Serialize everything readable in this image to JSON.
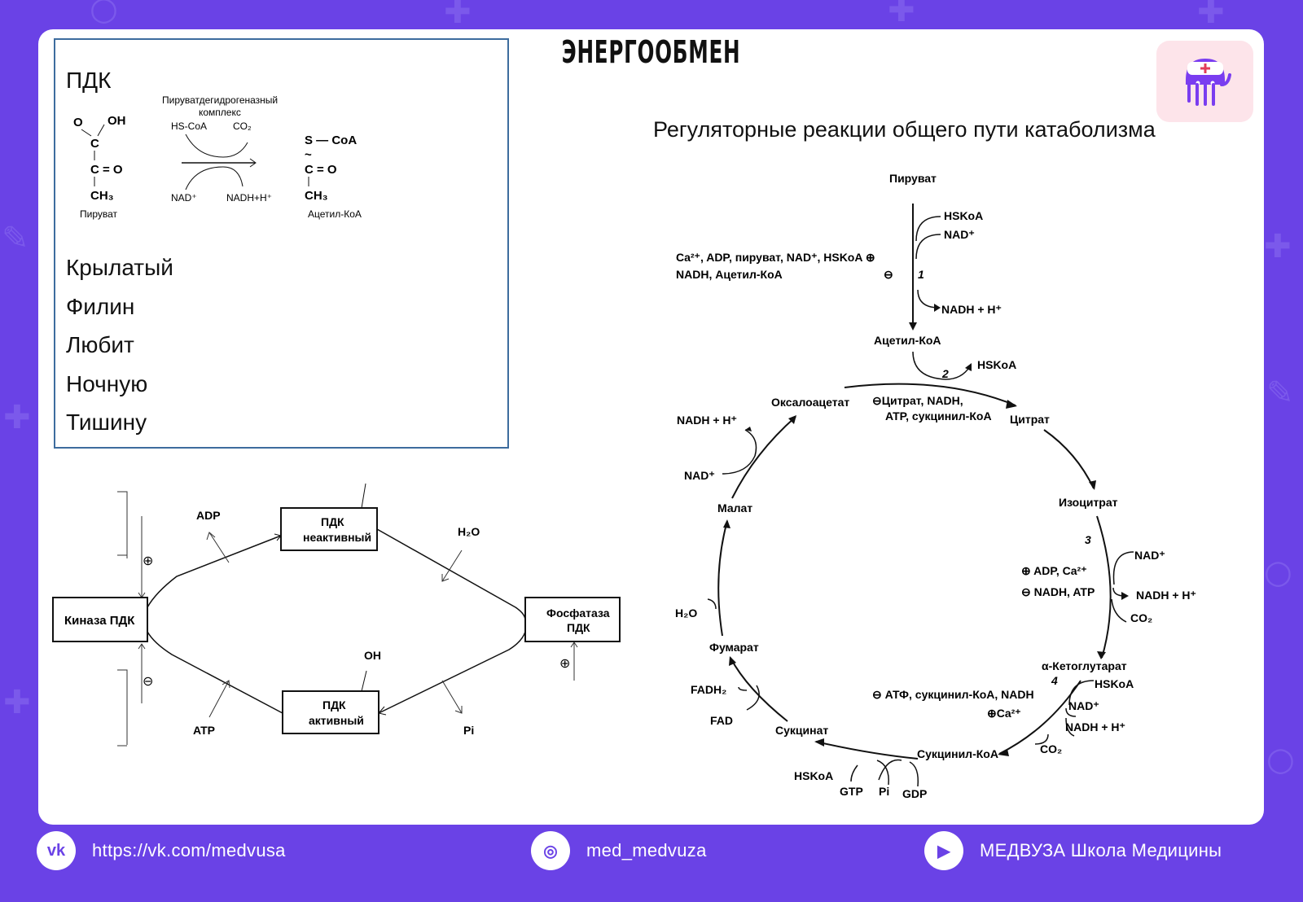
{
  "page_title": "ЭНЕРГООБМЕН",
  "pdk_box": {
    "title": "ПДК",
    "reaction": {
      "enzyme_line1": "Пируватдегидрогеназный",
      "enzyme_line2": "комплекс",
      "hscoa": "HS-CoA",
      "co2": "CO₂",
      "nad": "NAD⁺",
      "nadh": "NADH+H⁺",
      "substrate": "Пируват",
      "product": "Ацетил-КоА",
      "oh": "OH",
      "o": "O",
      "c": "C",
      "c_o": "C = O",
      "ch3": "CH₃",
      "s_coa": "S — CoA",
      "tilde": "~"
    },
    "mnemonic": [
      "Крылатый",
      "Филин",
      "Любит",
      "Ночную",
      "Тишину"
    ]
  },
  "kinase_diagram": {
    "kinase": "Киназа ПДК",
    "phosphatase_line1": "Фосфатаза",
    "phosphatase_line2": "ПДК",
    "inactive_line1": "ПДК",
    "inactive_line2": "неактивный",
    "active_line1": "ПДК",
    "active_line2": "активный",
    "adp": "ADP",
    "atp": "ATP",
    "h2o": "H₂O",
    "pi": "Pi",
    "oh": "OH",
    "plus": "⊕",
    "minus": "⊖"
  },
  "cycle": {
    "title": "Регуляторные реакции общего пути катаболизма",
    "piruvat": "Пируват",
    "hskoa1": "HSKoA",
    "nad1": "NAD⁺",
    "act1": "Ca²⁺, ADP, пируват, NAD⁺, HSKoA ⊕",
    "inh1": "NADH, Ацетил-КоА",
    "minus": "⊖",
    "step1": "1",
    "nadh1": "NADH + H⁺",
    "acetylcoa": "Ацетил-КоА",
    "step2": "2",
    "hskoa2": "HSKoA",
    "oxaloacetate": "Оксалоацетат",
    "inh2_line1": "⊖Цитрат, NADH,",
    "inh2_line2": "ATP, сукцинил-КоА",
    "citrate": "Цитрат",
    "nadh_malate": "NADH + H⁺",
    "nad_malate": "NAD⁺",
    "isocitrate": "Изоцитрат",
    "malate": "Малат",
    "step3": "3",
    "nad3": "NAD⁺",
    "act3": "⊕ ADP, Ca²⁺",
    "inh3": "⊖ NADH, ATP",
    "nadh3": "NADH + H⁺",
    "co2_3": "CO₂",
    "h2o": "H₂O",
    "fumarate": "Фумарат",
    "akg": "α-Кетоглутарат",
    "step4": "4",
    "hskoa4": "HSKoA",
    "inh4": "⊖ АТФ, сукцинил-КоА, NADH",
    "nad4": "NAD⁺",
    "act4": "⊕Ca²⁺",
    "nadh4": "NADH + H⁺",
    "co2_4": "CO₂",
    "fadh2": "FADH₂",
    "fad": "FAD",
    "succinate": "Сукцинат",
    "succinylcoa": "Сукцинил-КоА",
    "hskoa5": "HSKoA",
    "gtp": "GTP",
    "pi": "Pi",
    "gdp": "GDP"
  },
  "footer": {
    "vk_icon": "vk-icon",
    "vk_text": "https://vk.com/medvusa",
    "ig_icon": "instagram-icon",
    "ig_text": "med_medvuza",
    "yt_icon": "youtube-icon",
    "yt_text": "МЕДВУЗА Школа Медицины"
  }
}
